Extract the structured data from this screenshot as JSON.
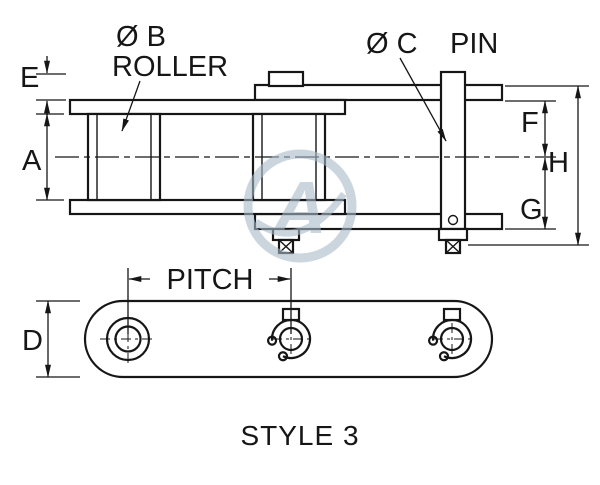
{
  "caption": "STYLE 3",
  "callouts": {
    "dia_b": "Ø B",
    "roller": "ROLLER",
    "dia_c": "Ø C",
    "pin": "PIN"
  },
  "dimensions": {
    "e": "E",
    "a": "A",
    "f": "F",
    "h": "H",
    "g": "G",
    "d": "D",
    "pitch": "PITCH"
  },
  "watermark": {
    "letter": "A"
  },
  "colors": {
    "ink": "#161616",
    "watermark": "#a8bac9",
    "background": "#ffffff"
  }
}
